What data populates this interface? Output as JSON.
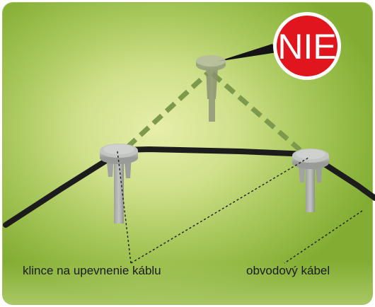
{
  "badge": {
    "text": "NIE",
    "color": "#e0151d"
  },
  "labels": {
    "pegs": "klince na upevnenie káblu",
    "wire": "obvodový kábel"
  },
  "colors": {
    "wire": "#1c1c1c",
    "wrong_route": "#7d9a4c",
    "peg": "#b1b3b0"
  }
}
